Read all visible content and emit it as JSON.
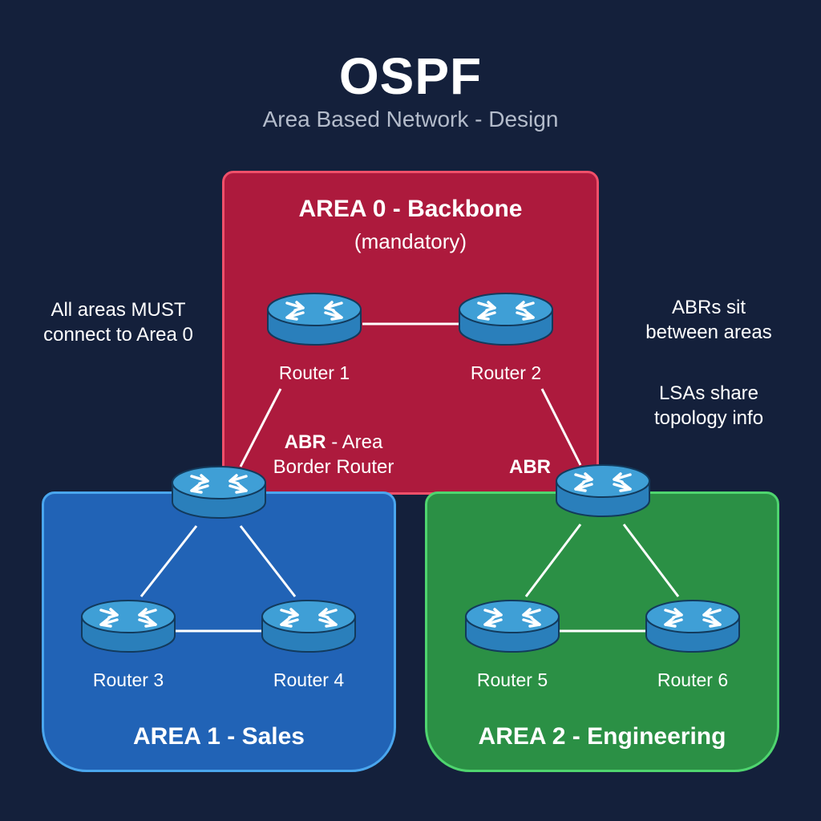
{
  "header": {
    "title": "OSPF",
    "subtitle": "Area Based Network - Design"
  },
  "areas": {
    "area0": {
      "title": "AREA 0 - Backbone",
      "note": "(mandatory)",
      "color": "#ad1a3d"
    },
    "area1": {
      "title": "AREA 1 - Sales",
      "color": "#2163b6"
    },
    "area2": {
      "title": "AREA 2 - Engineering",
      "color": "#2b9045"
    }
  },
  "routers": {
    "r1": "Router 1",
    "r2": "Router 2",
    "r3": "Router 3",
    "r4": "Router 4",
    "r5": "Router 5",
    "r6": "Router 6"
  },
  "abr_left": {
    "strong": "ABR",
    "rest1": " - Area",
    "line2": "Border Router"
  },
  "abr_right": {
    "label": "ABR"
  },
  "notes": {
    "left_line1": "All areas MUST",
    "left_line2": "connect to Area 0",
    "right_top_line1": "ABRs sit",
    "right_top_line2": "between areas",
    "right_bottom_line1": "LSAs share",
    "right_bottom_line2": "topology info"
  },
  "colors": {
    "background": "#14203b",
    "router_fill": "#2a7fbb",
    "router_top": "#3f9fd6",
    "link": "#ffffff"
  },
  "icons": {
    "router": "router-icon"
  }
}
